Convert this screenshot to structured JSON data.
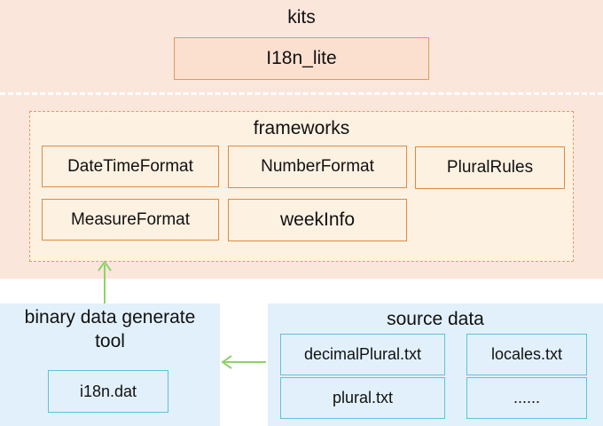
{
  "kits": {
    "title": "kits",
    "module": "I18n_lite"
  },
  "frameworks": {
    "title": "frameworks",
    "modules": [
      "DateTimeFormat",
      "NumberFormat",
      "PluralRules",
      "MeasureFormat",
      "weekInfo"
    ]
  },
  "tool": {
    "title_line1": "binary data generate",
    "title_line2": "tool",
    "output": "i18n.dat"
  },
  "source_data": {
    "title": "source data",
    "files": [
      "decimalPlural.txt",
      "locales.txt",
      "plural.txt",
      "......"
    ]
  },
  "colors": {
    "layer_background": "#fbe6dc",
    "framework_border": "#e08a3c",
    "data_panel": "#e2f0fb",
    "data_border": "#5cc3dd",
    "arrow": "#8fd16a"
  }
}
